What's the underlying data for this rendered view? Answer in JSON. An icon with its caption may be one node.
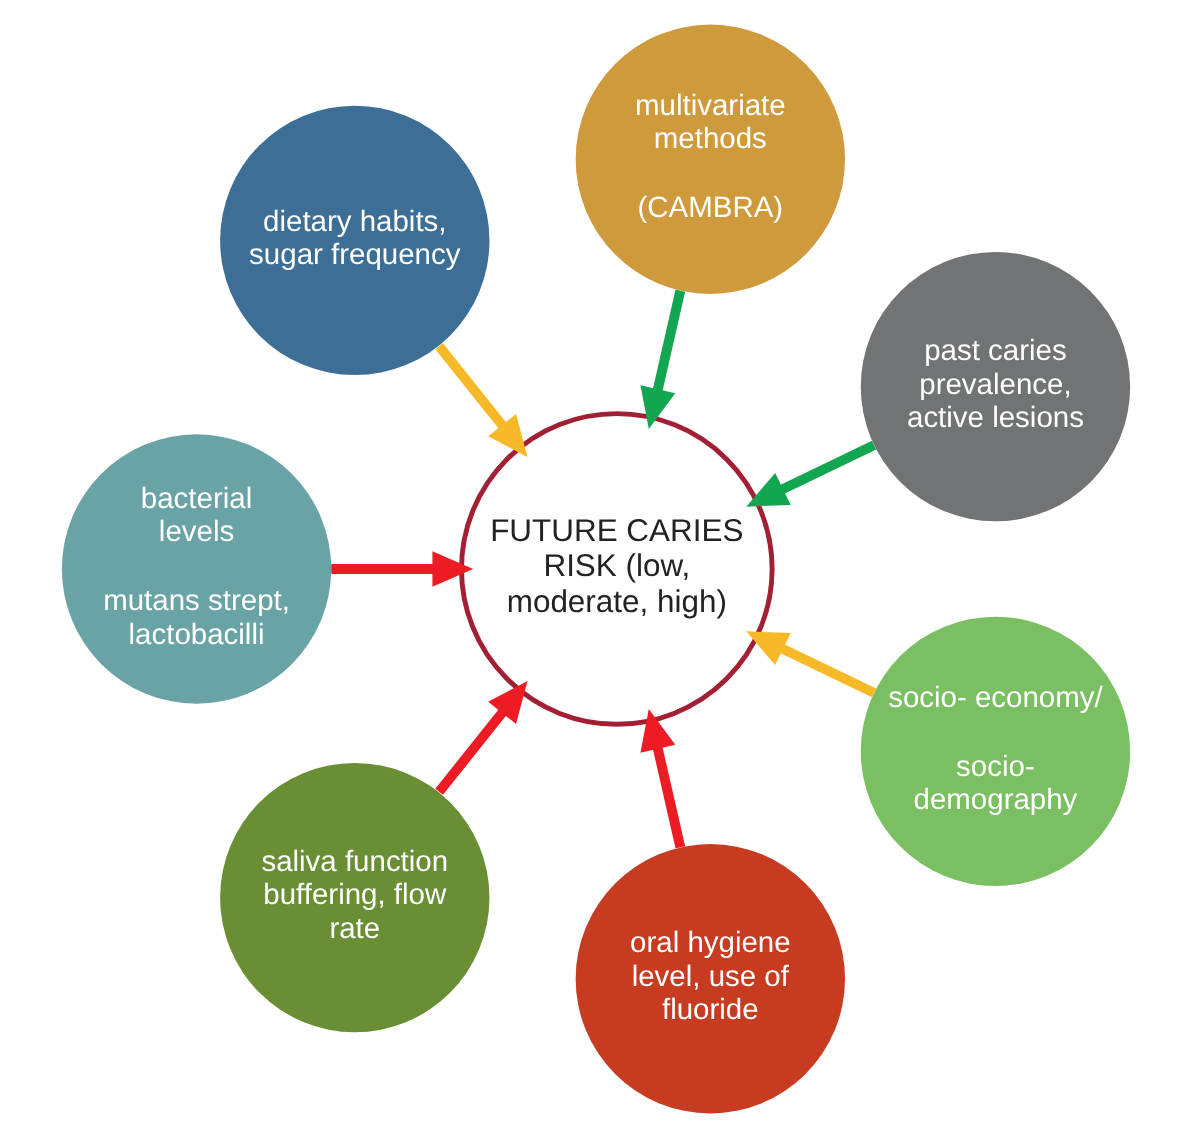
{
  "diagram": {
    "nodes": [
      {
        "text": [
          "past caries prevalence, active lesions"
        ]
      },
      {
        "text": [
          "socio- economy/",
          "socio- demography"
        ]
      },
      {
        "text": [
          "multivariate methods",
          "(CAMBRA)"
        ]
      },
      {
        "text": [
          "FUTURE CARIES RISK (low, moderate, high)"
        ]
      },
      {
        "text": [
          "oral hygiene level, use of fluoride"
        ]
      },
      {
        "text": [
          "dietary habits, sugar frequency"
        ]
      },
      {
        "text": [
          "saliva function buffering, flow rate"
        ]
      },
      {
        "text": [
          "bacterial levels",
          "mutans strept, lactobacilli"
        ]
      }
    ],
    "edges": [
      {
        "from": 0,
        "to": 3,
        "arrow": "to",
        "color": "#12a651"
      },
      {
        "from": 1,
        "to": 3,
        "arrow": "to",
        "color": "#f7b928"
      },
      {
        "from": 2,
        "to": 3,
        "arrow": "to",
        "color": "#12a651"
      },
      {
        "from": 4,
        "to": 3,
        "arrow": "to",
        "color": "#ed1c24"
      },
      {
        "from": 5,
        "to": 3,
        "arrow": "to",
        "color": "#f7b928"
      },
      {
        "from": 6,
        "to": 3,
        "arrow": "to",
        "color": "#ed1c24"
      },
      {
        "from": 7,
        "to": 3,
        "arrow": "to",
        "color": "#ed1c24"
      }
    ]
  }
}
